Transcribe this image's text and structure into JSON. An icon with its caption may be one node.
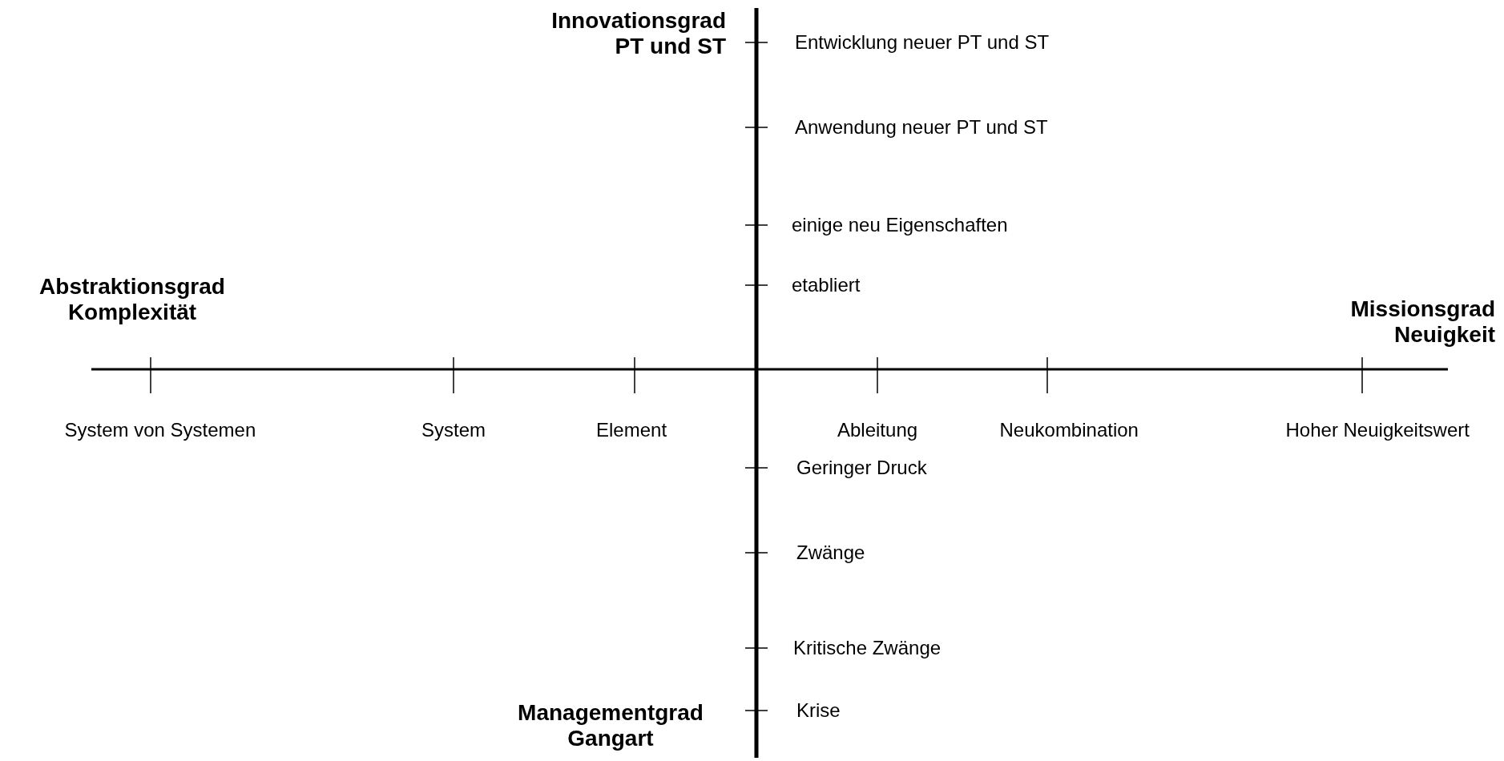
{
  "diagram": {
    "labels": [
      "Innovationsgrad PT und ST",
      "Entwicklung neuer PT und ST",
      "Anwendung neuer PT und ST",
      "einige neu Eigenschaften",
      "Abstraktionsgrad Komplexität",
      "etabliert",
      "Missionsgrad Neuigkeit",
      "System von Systemen",
      "System",
      "Element",
      "Ableitung",
      "Neukombination",
      "Hoher Neuigkeitswert",
      "Geringer Druck",
      "Zwänge",
      "Kritische Zwänge",
      "Krise",
      "Managementgrad Gangart"
    ]
  }
}
